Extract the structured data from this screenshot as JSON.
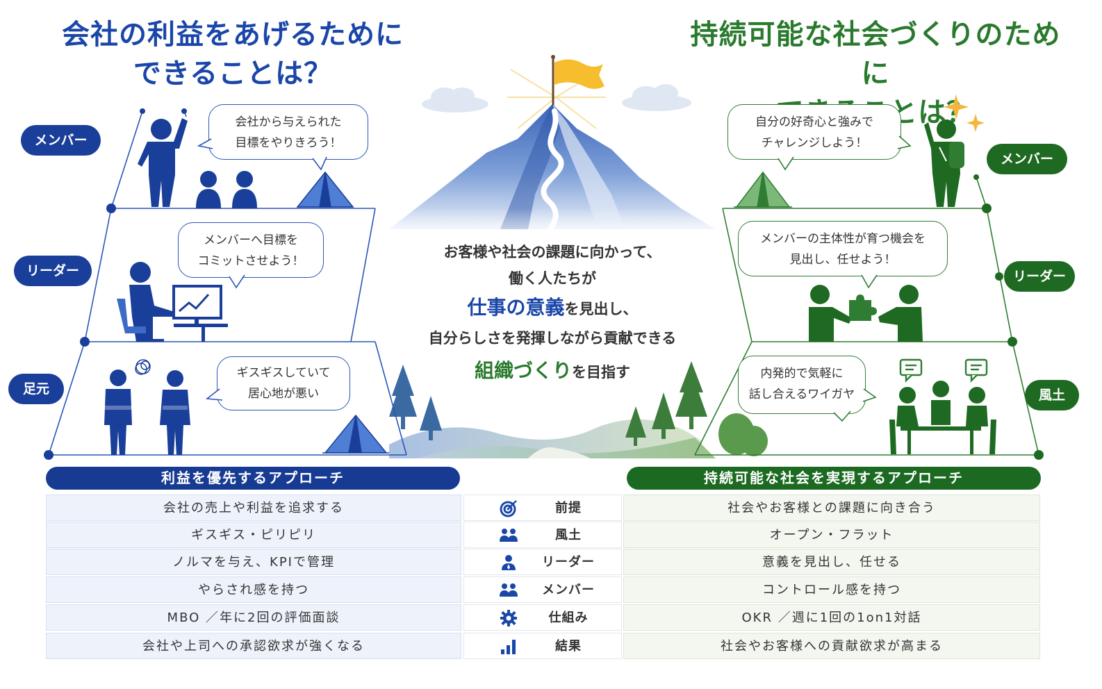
{
  "titles": {
    "left_line1": "会社の利益をあげるために",
    "left_line2": "できることは？",
    "right_line1": "持続可能な社会づくりのために",
    "right_line2": "できることは？"
  },
  "left_levels": {
    "member": "メンバー",
    "leader": "リーダー",
    "foundation": "足元"
  },
  "right_levels": {
    "member": "メンバー",
    "leader": "リーダー",
    "culture": "風土"
  },
  "left_bubbles": {
    "member_1": "会社から与えられた",
    "member_2": "目標をやりきろう！",
    "leader_1": "メンバーへ目標を",
    "leader_2": "コミットさせよう！",
    "foundation_1": "ギスギスしていて",
    "foundation_2": "居心地が悪い"
  },
  "right_bubbles": {
    "member_1": "自分の好奇心と強みで",
    "member_2": "チャレンジしよう！",
    "leader_1": "メンバーの主体性が育つ機会を",
    "leader_2": "見出し、任せよう！",
    "culture_1": "内発的で気軽に",
    "culture_2": "話し合えるワイガヤ"
  },
  "center": {
    "line1": "お客様や社会の課題に向かって、",
    "line2": "働く人たちが",
    "line3_hl": "仕事の意義",
    "line3_rest": "を見出し、",
    "line4": "自分らしさを発揮しながら貢献できる",
    "line5_hl": "組織づくり",
    "line5_rest": "を目指す"
  },
  "table": {
    "left_header": "利益を優先するアプローチ",
    "right_header": "持続可能な社会を実現するアプローチ",
    "rows": [
      {
        "left": "会社の売上や利益を追求する",
        "label": "前提",
        "icon": "target-icon",
        "right": "社会やお客様との課題に向き合う"
      },
      {
        "left": "ギスギス・ピリピリ",
        "label": "風土",
        "icon": "group-icon",
        "right": "オープン・フラット"
      },
      {
        "left": "ノルマを与え、KPIで管理",
        "label": "リーダー",
        "icon": "leader-icon",
        "right": "意義を見出し、任せる"
      },
      {
        "left": "やらされ感を持つ",
        "label": "メンバー",
        "icon": "members-icon",
        "right": "コントロール感を持つ"
      },
      {
        "left": "MBO ／年に2回の評価面談",
        "label": "仕組み",
        "icon": "gear-icon",
        "right": "OKR ／週に1回の1on1対話"
      },
      {
        "left": "会社や上司への承認欲求が強くなる",
        "label": "結果",
        "icon": "bar-chart-icon",
        "right": "社会やお客様への貢献欲求が高まる"
      }
    ]
  },
  "colors": {
    "blue": "#1a46a8",
    "green": "#2a7a2e",
    "navy_pill": "#1a3f9a",
    "green_pill": "#1e6a22",
    "flag": "#f6be2e"
  }
}
